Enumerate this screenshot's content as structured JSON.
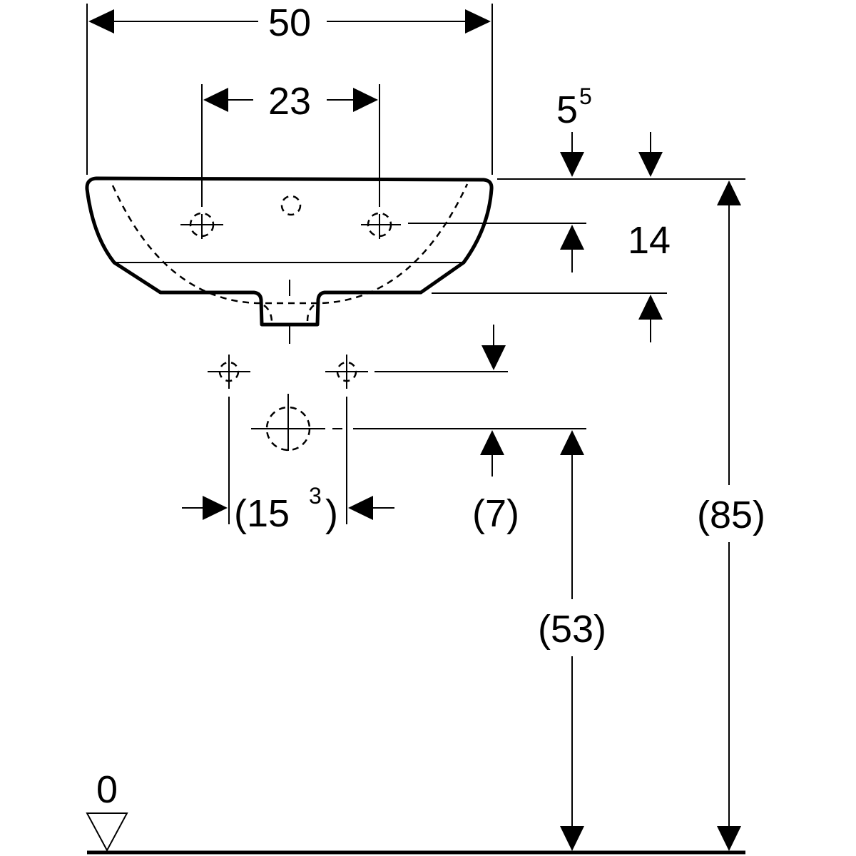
{
  "dimensions": {
    "width": "50",
    "tap_spacing": "23",
    "rim_thickness": "5",
    "rim_thickness_sup": "5",
    "tap_depth": "14",
    "height_total": "(85)",
    "drain_height": "(53)",
    "drain_offset": "(7)",
    "supply_spacing_open": "(15",
    "supply_spacing_sup": "3",
    "supply_spacing_close": ")",
    "floor_level": "0"
  },
  "colors": {
    "line": "#000000",
    "background": "#ffffff"
  }
}
